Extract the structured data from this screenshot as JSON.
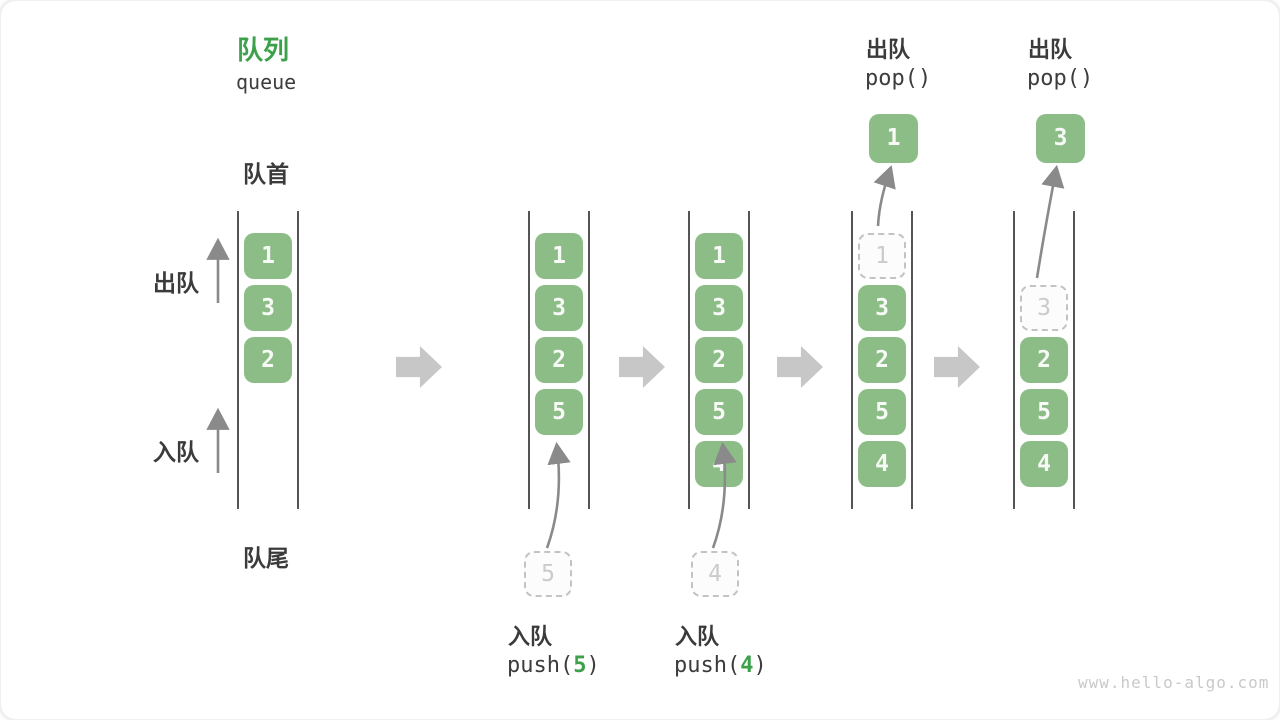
{
  "title": {
    "zh": "队列",
    "en": "queue"
  },
  "side_labels": {
    "front": "队首",
    "rear": "队尾",
    "dequeue": "出队",
    "enqueue": "入队"
  },
  "states": [
    {
      "boxes": [
        "1",
        "3",
        "2"
      ]
    },
    {
      "boxes": [
        "1",
        "3",
        "2",
        "5"
      ],
      "incoming": "5"
    },
    {
      "boxes": [
        "1",
        "3",
        "2",
        "5",
        "4"
      ],
      "incoming": "4"
    },
    {
      "ghost": "1",
      "boxes": [
        "3",
        "2",
        "5",
        "4"
      ],
      "popped": "1"
    },
    {
      "ghost": "3",
      "boxes": [
        "2",
        "5",
        "4"
      ],
      "popped": "3"
    }
  ],
  "operations": {
    "push1": {
      "zh": "入队",
      "code_pre": "push(",
      "arg": "5",
      "code_post": ")"
    },
    "push2": {
      "zh": "入队",
      "code_pre": "push(",
      "arg": "4",
      "code_post": ")"
    },
    "pop1": {
      "zh": "出队",
      "code": "pop()"
    },
    "pop2": {
      "zh": "出队",
      "code": "pop()"
    }
  },
  "watermark": "www.hello-algo.com",
  "colors": {
    "box_green": "#8cbd86",
    "accent_green": "#3da14b",
    "tube_line": "#545454",
    "block_arrow_gray": "#c7c7c7",
    "thin_arrow_gray": "#8a8a8a",
    "dashed_border": "#c3c3c3",
    "dashed_text": "#cbcbcb",
    "text_dark": "#3b3b3b",
    "watermark_gray": "#c9c9c9"
  }
}
